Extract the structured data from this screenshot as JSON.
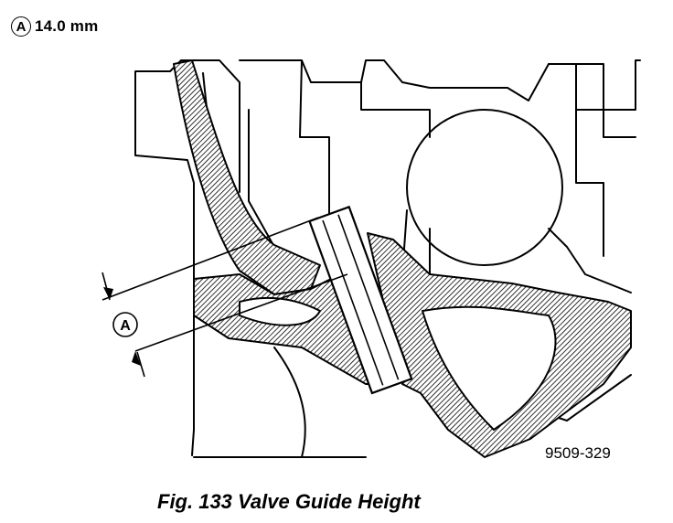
{
  "legend": {
    "callout_letter": "A",
    "value": "14.0 mm"
  },
  "diagram": {
    "dimension_callout": "A",
    "part_number": "9509-329"
  },
  "caption": "Fig. 133 Valve Guide Height"
}
